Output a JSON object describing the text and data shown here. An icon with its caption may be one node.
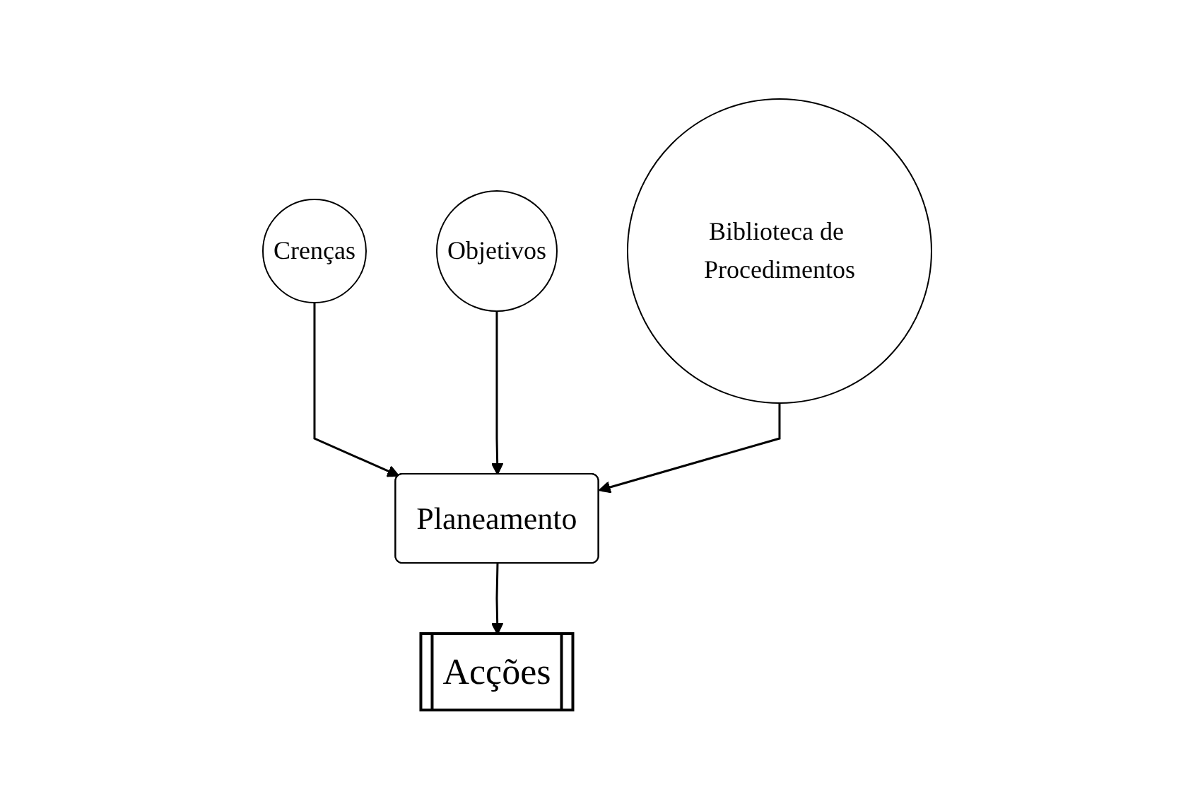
{
  "diagram": {
    "nodes": [
      {
        "text": [
          "Crenças"
        ]
      },
      {
        "text": [
          "Objetivos"
        ]
      },
      {
        "text": [
          "Biblioteca de Procedimentos"
        ]
      },
      {
        "text": [
          "Planeamento"
        ]
      },
      {
        "text": [
          "Acções"
        ]
      }
    ],
    "edges": [
      {
        "from": 0,
        "to": 3,
        "arrow": "to"
      },
      {
        "from": 1,
        "to": 3,
        "arrow": "to"
      },
      {
        "from": 2,
        "to": 3,
        "arrow": "to"
      },
      {
        "from": 3,
        "to": 4,
        "arrow": "to"
      }
    ]
  }
}
